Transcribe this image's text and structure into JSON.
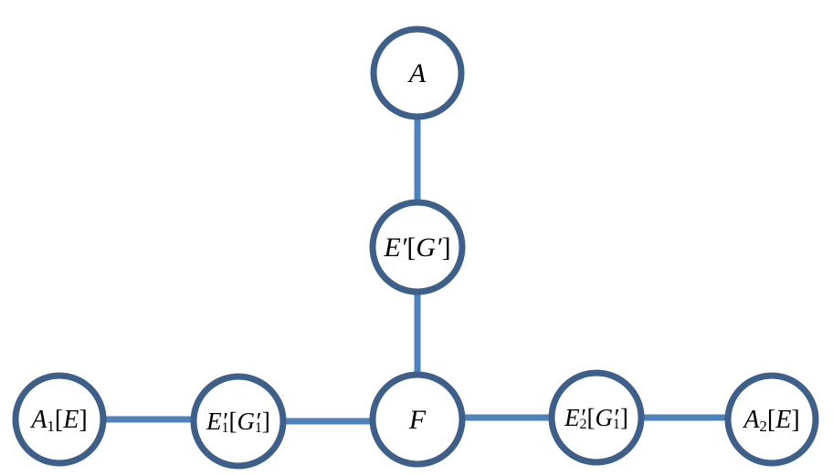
{
  "nodes": {
    "a": {
      "label": "A"
    },
    "e_prime": {
      "label_main": "E′",
      "label_bracket_open": "[",
      "label_inner": "G′",
      "label_bracket_close": "]"
    },
    "f": {
      "label": "F"
    },
    "a1": {
      "label_main": "A",
      "label_sub": "1",
      "label_bracket_open": "[",
      "label_inner": "E",
      "label_bracket_close": "]"
    },
    "e1": {
      "label_main": "E′",
      "label_sub": "1",
      "label_bracket_open": "[",
      "label_inner": "G′",
      "label_inner_sub": "1",
      "label_bracket_close": "]"
    },
    "e2": {
      "label_main": "E′",
      "label_sub": "2",
      "label_bracket_open": "[",
      "label_inner": "G′",
      "label_inner_sub": "1",
      "label_bracket_close": "]"
    },
    "a2": {
      "label_main": "A",
      "label_sub": "2",
      "label_bracket_open": "[",
      "label_inner": "E",
      "label_bracket_close": "]"
    }
  },
  "colors": {
    "edge": "#4f81bd",
    "node_border": "#3d5f8a",
    "node_fill": "#ffffff",
    "text": "#000000"
  }
}
